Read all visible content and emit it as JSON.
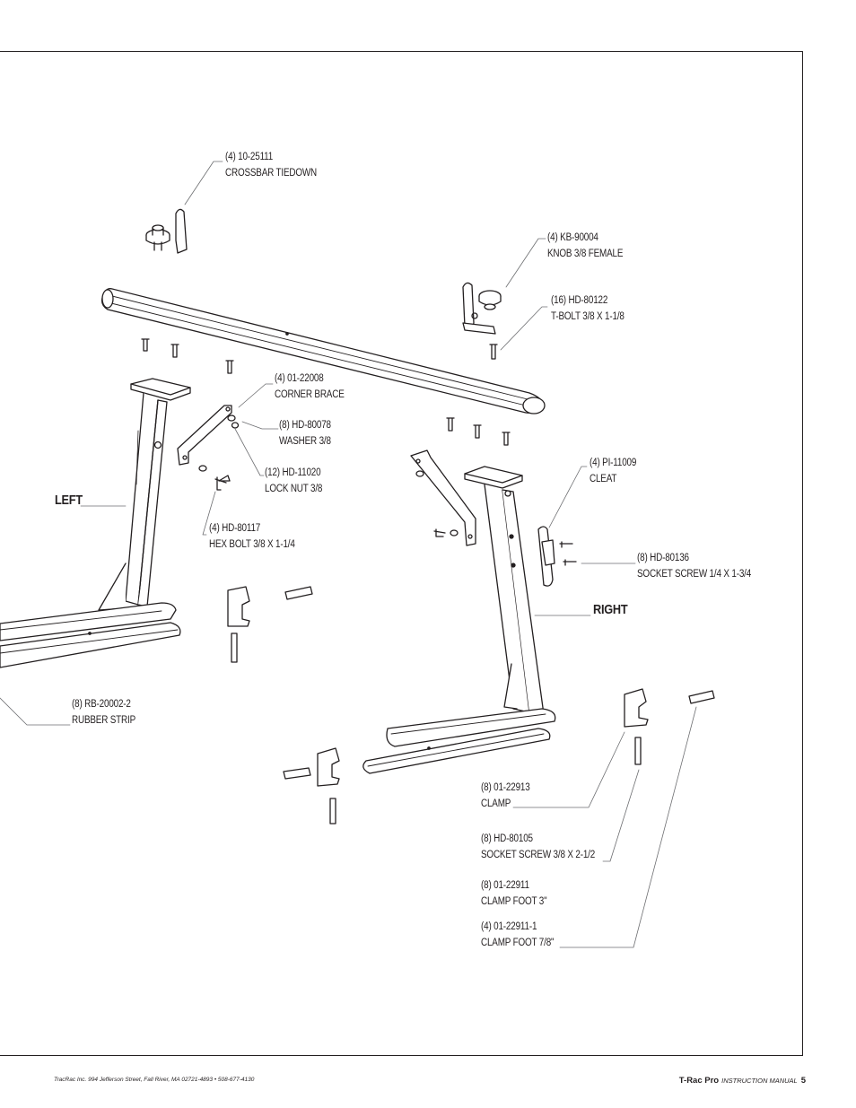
{
  "labels": {
    "crossbar_tiedown": {
      "qty_part": "(4) 10-25111",
      "name": "CROSSBAR TIEDOWN"
    },
    "knob": {
      "qty_part": "(4) KB-90004",
      "name": "KNOB 3/8 FEMALE"
    },
    "tbolt": {
      "qty_part": "(16) HD-80122",
      "name": "T-BOLT 3/8 X 1-1/8"
    },
    "corner_brace": {
      "qty_part": "(4) 01-22008",
      "name": "CORNER BRACE"
    },
    "washer": {
      "qty_part": "(8) HD-80078",
      "name": "WASHER 3/8"
    },
    "lock_nut": {
      "qty_part": "(12) HD-11020",
      "name": "LOCK NUT 3/8"
    },
    "hex_bolt": {
      "qty_part": "(4) HD-80117",
      "name": "HEX BOLT 3/8 X 1-1/4"
    },
    "cleat": {
      "qty_part": "(4) PI-11009",
      "name": "CLEAT"
    },
    "socket_screw_small": {
      "qty_part": "(8) HD-80136",
      "name": "SOCKET SCREW 1/4 X 1-3/4"
    },
    "rubber_strip": {
      "qty_part": "(8) RB-20002-2",
      "name": "RUBBER STRIP"
    },
    "clamp": {
      "qty_part": "(8) 01-22913",
      "name": "CLAMP"
    },
    "socket_screw_large": {
      "qty_part": "(8) HD-80105",
      "name": "SOCKET SCREW 3/8 X 2-1/2"
    },
    "clamp_foot_3": {
      "qty_part": "(8) 01-22911",
      "name": "CLAMP FOOT 3\""
    },
    "clamp_foot_78": {
      "qty_part": "(4) 01-22911-1",
      "name": "CLAMP FOOT 7/8\""
    }
  },
  "side_labels": {
    "left": "LEFT",
    "right": "RIGHT"
  },
  "footer": {
    "address": "TracRac Inc. 994 Jefferson Street, Fall River, MA 02721-4893 • 508-677-4130",
    "product": "T-Rac Pro",
    "manual": "INSTRUCTION MANUAL",
    "page": "5"
  }
}
